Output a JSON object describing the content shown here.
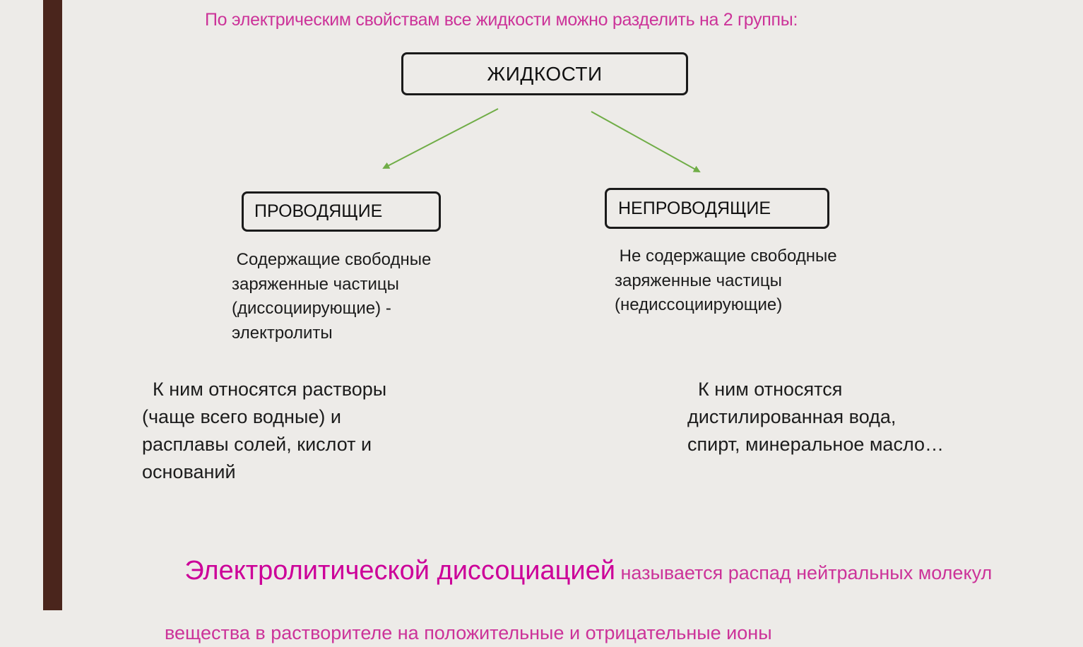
{
  "intro": "По электрическим свойствам все жидкости можно разделить на 2 группы:",
  "root": {
    "label": "ЖИДКОСТИ"
  },
  "left": {
    "label": "ПРОВОДЯЩИЕ",
    "description": " Содержащие свободные\nзаряженные частицы\n(диссоциирующие) -\nэлектролиты",
    "examples": "  К ним относятся растворы\n(чаще всего водные) и\nрасплавы солей, кислот и\nоснований"
  },
  "right": {
    "label": "НЕПРОВОДЯЩИЕ",
    "description": " Не содержащие свободные\nзаряженные частицы\n(недиссоциирующие)",
    "examples": "  К ним относятся\nдистилированная вода,\nспирт, минеральное масло…"
  },
  "definition": {
    "term": " Электролитической диссоциацией",
    "rest": " называется распад нейтральных молекул",
    "line2": "вещества в растворителе на положительные и отрицательные ионы"
  },
  "colors": {
    "accent": "#cc3399",
    "arrow": "#70ad47",
    "left_bar": "#4a251c",
    "background": "#edebe8"
  }
}
